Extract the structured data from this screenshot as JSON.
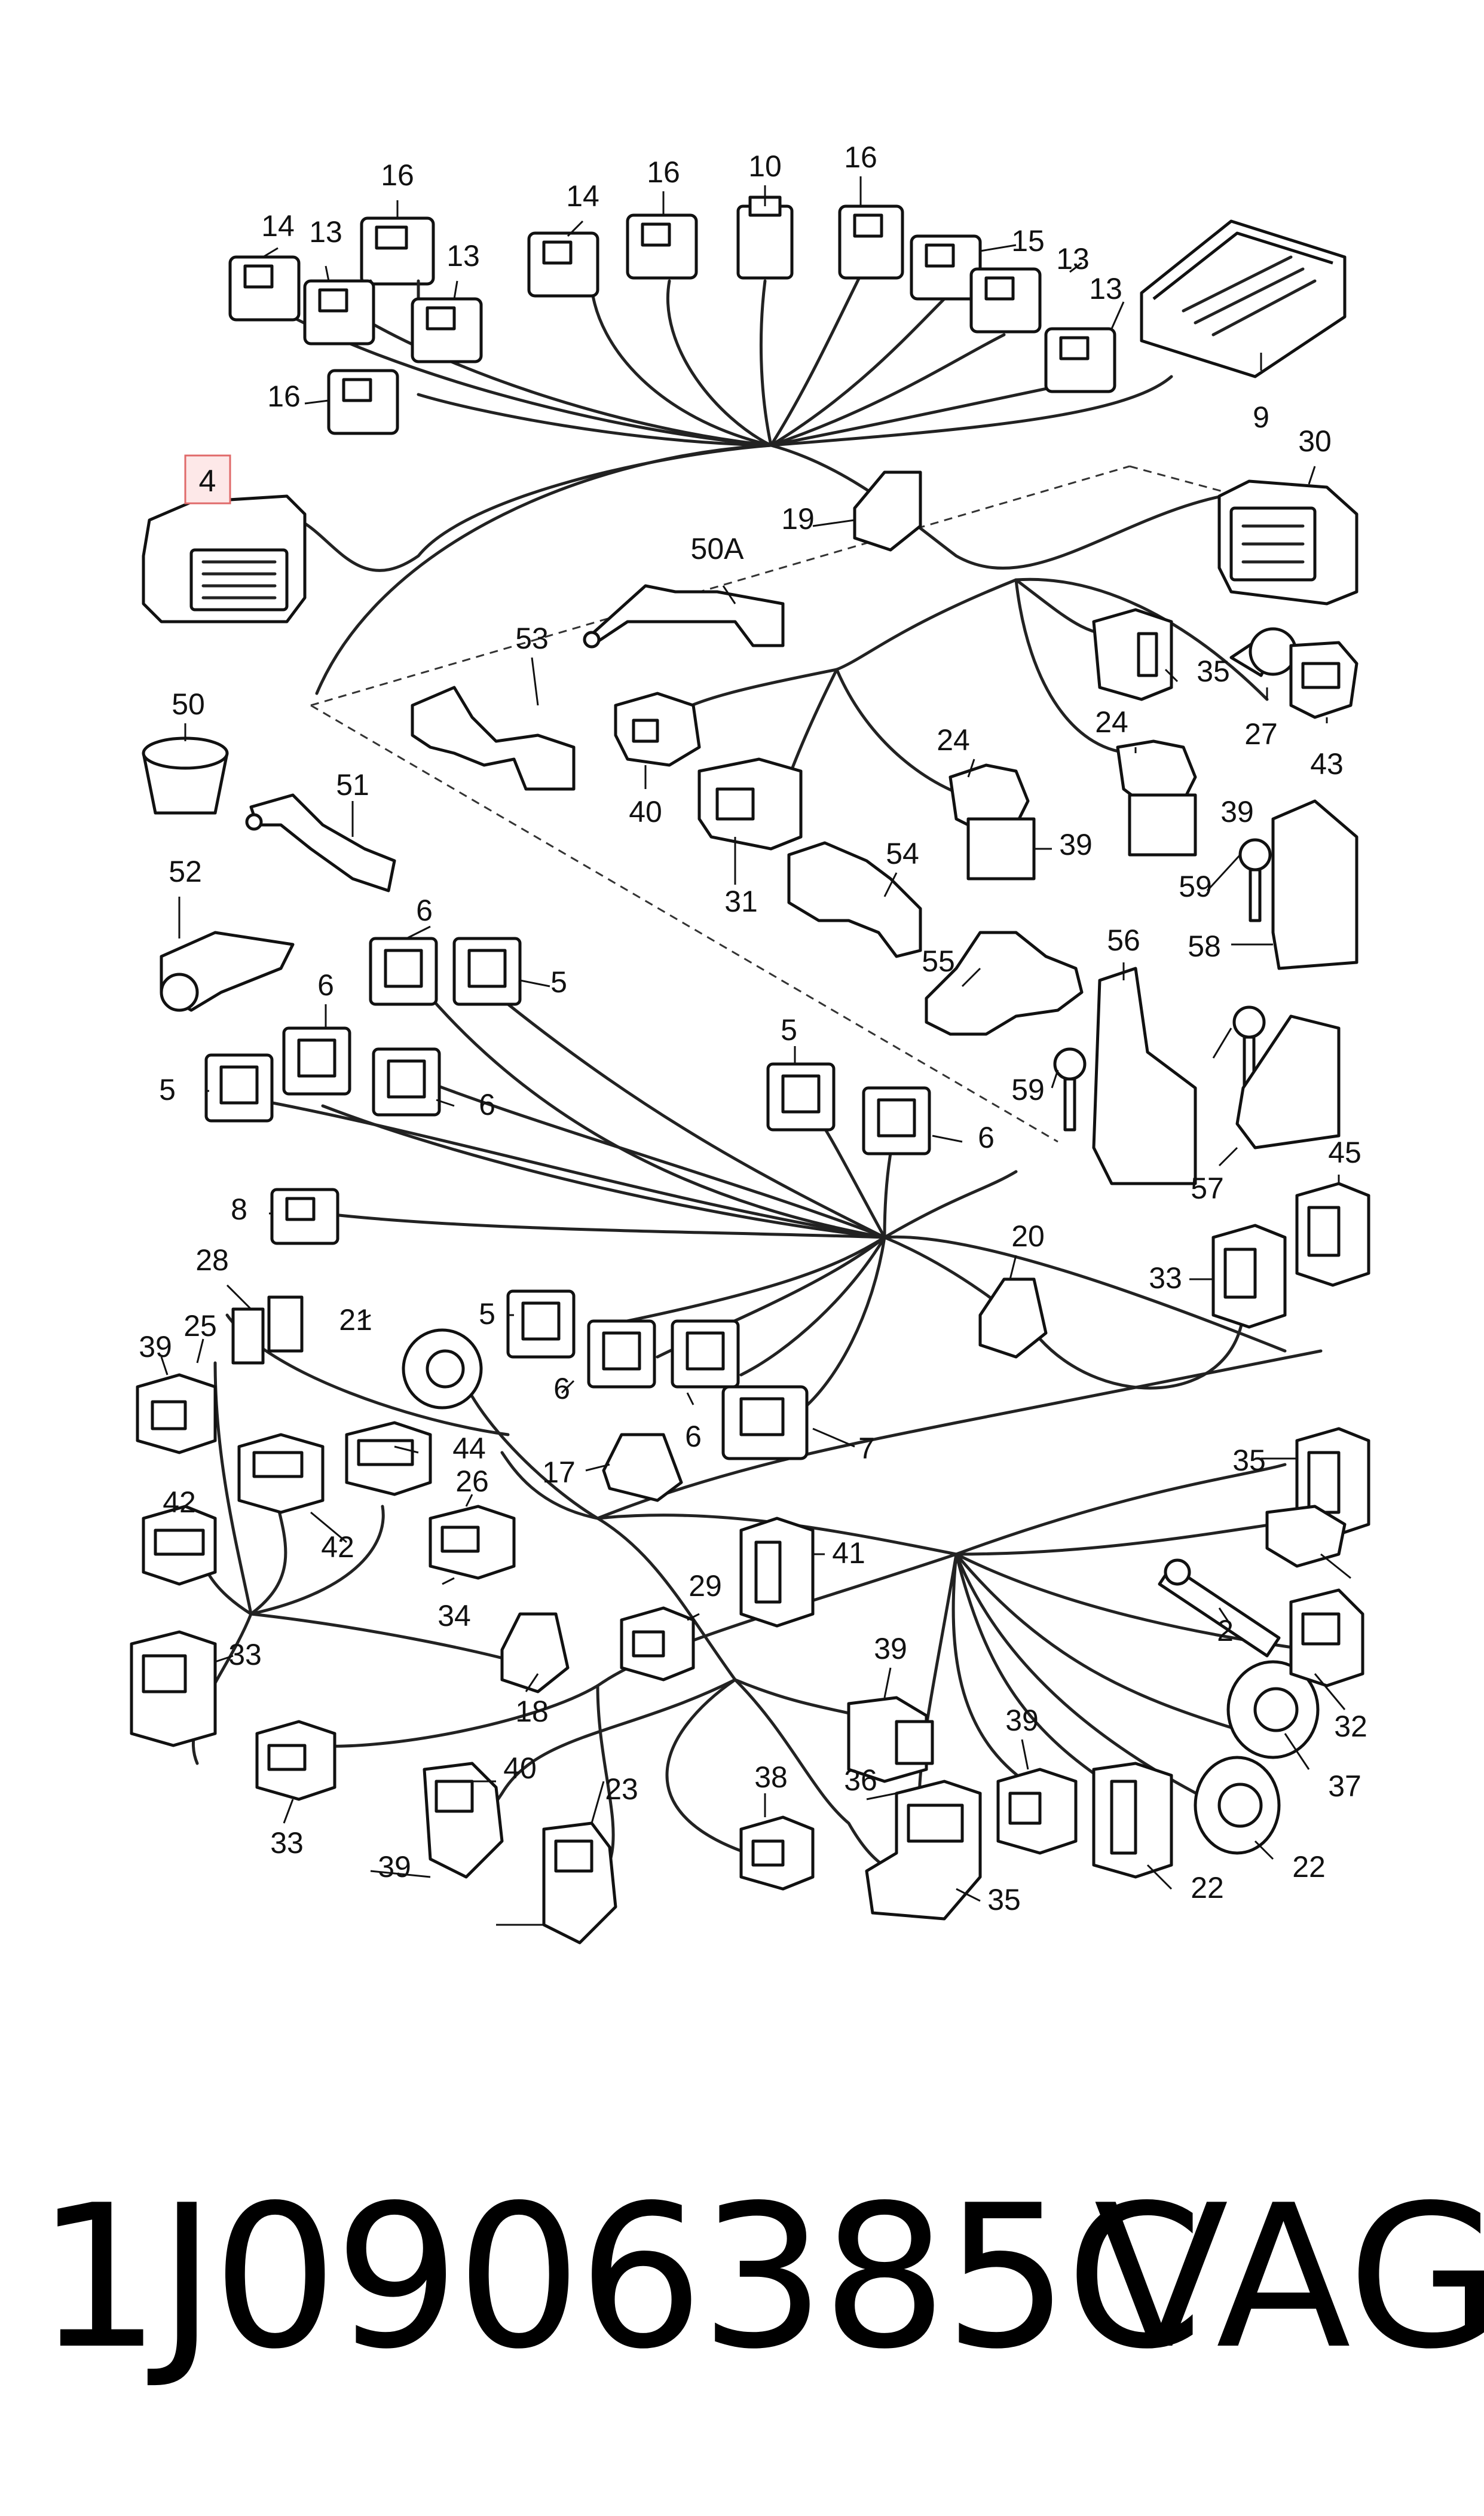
{
  "diagram": {
    "highlighted_callout": "4",
    "callouts": [
      "16",
      "10",
      "16",
      "14",
      "13",
      "13",
      "16",
      "15",
      "13",
      "13",
      "14",
      "9",
      "16",
      "30",
      "19",
      "50A",
      "53",
      "35",
      "27",
      "24",
      "24",
      "43",
      "40",
      "50",
      "51",
      "31",
      "54",
      "39",
      "39",
      "52",
      "6",
      "59",
      "5",
      "58",
      "55",
      "56",
      "6",
      "59",
      "5",
      "6",
      "5",
      "6",
      "57",
      "45",
      "8",
      "20",
      "33",
      "28",
      "25",
      "21",
      "5",
      "39",
      "6",
      "6",
      "7",
      "44",
      "17",
      "35",
      "42",
      "42",
      "26",
      "41",
      "34",
      "29",
      "2",
      "32",
      "39",
      "18",
      "37",
      "33",
      "33",
      "39",
      "40",
      "38",
      "36",
      "22",
      "39",
      "23",
      "35",
      "22"
    ]
  },
  "caption": {
    "part_number": "1J0906385C",
    "brand": "VAG"
  },
  "colors": {
    "highlight_box": "#e06a6a",
    "highlight_fill": "#fde8e8",
    "line": "#111111"
  }
}
